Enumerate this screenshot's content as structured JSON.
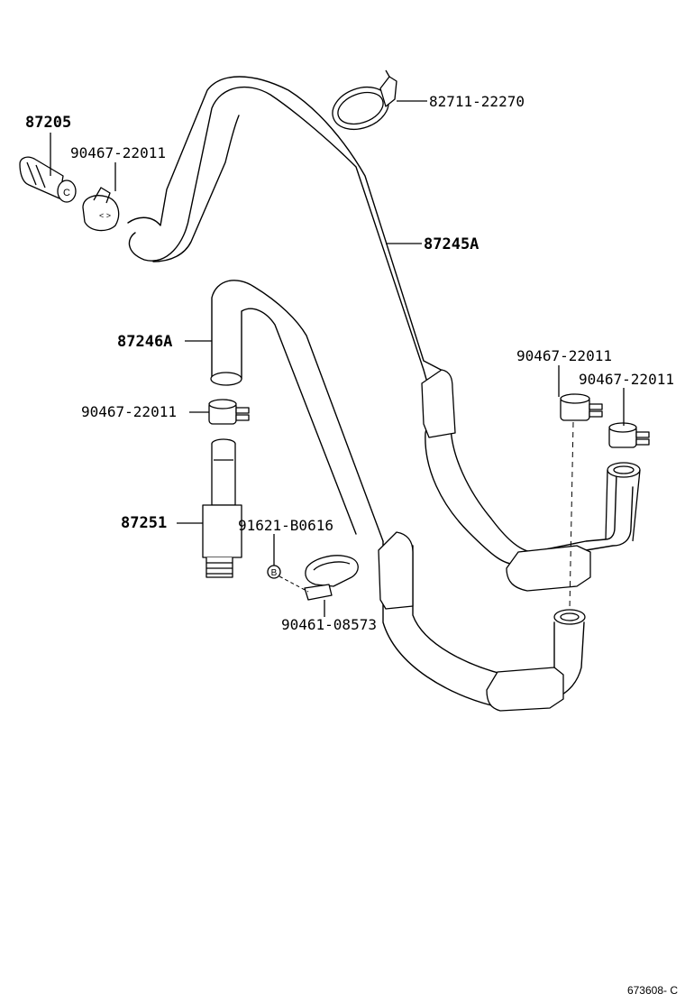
{
  "diagram": {
    "parts": [
      {
        "id": "p1",
        "number": "82711-22270",
        "name": "band-clamp"
      },
      {
        "id": "p2",
        "number": "87205",
        "name": "water-valve"
      },
      {
        "id": "p3",
        "number": "90467-22011",
        "name": "hose-clip"
      },
      {
        "id": "p4",
        "number": "87245A",
        "name": "heater-hose"
      },
      {
        "id": "p5",
        "number": "87246A",
        "name": "heater-hose"
      },
      {
        "id": "p6",
        "number": "90467-22011",
        "name": "hose-clip"
      },
      {
        "id": "p7",
        "number": "90467-22011",
        "name": "hose-clip"
      },
      {
        "id": "p8",
        "number": "90467-22011",
        "name": "hose-clip"
      },
      {
        "id": "p9",
        "number": "87251",
        "name": "water-pipe"
      },
      {
        "id": "p10",
        "number": "91621-B0616",
        "name": "bolt",
        "marker": "B"
      },
      {
        "id": "p11",
        "number": "90461-08573",
        "name": "clamp"
      }
    ],
    "diagram_id": "673608- C"
  }
}
